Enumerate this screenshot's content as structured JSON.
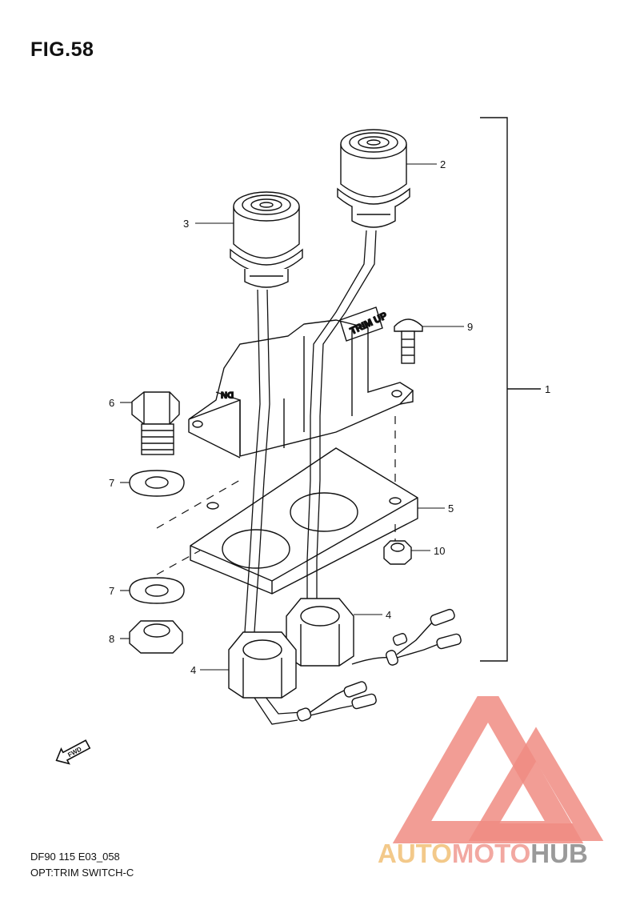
{
  "figure": {
    "title": "FIG.58"
  },
  "callouts": [
    "1",
    "2",
    "3",
    "4",
    "4",
    "5",
    "6",
    "7",
    "7",
    "8",
    "9",
    "10"
  ],
  "labels": {
    "trim_up": "TRIM UP",
    "dn": "DN",
    "fwd": "FWD"
  },
  "footer": {
    "code": "DF90 115 E03_058",
    "name": "OPT:TRIM SWITCH-C"
  },
  "watermark": {
    "part1": "AUTO",
    "part2": "MOTO",
    "part3": "HUB",
    "colors": {
      "auto": "#f3c98a",
      "moto": "#f2a8a1",
      "hub": "#9a9a9a",
      "triangle": "#f08c83"
    }
  }
}
